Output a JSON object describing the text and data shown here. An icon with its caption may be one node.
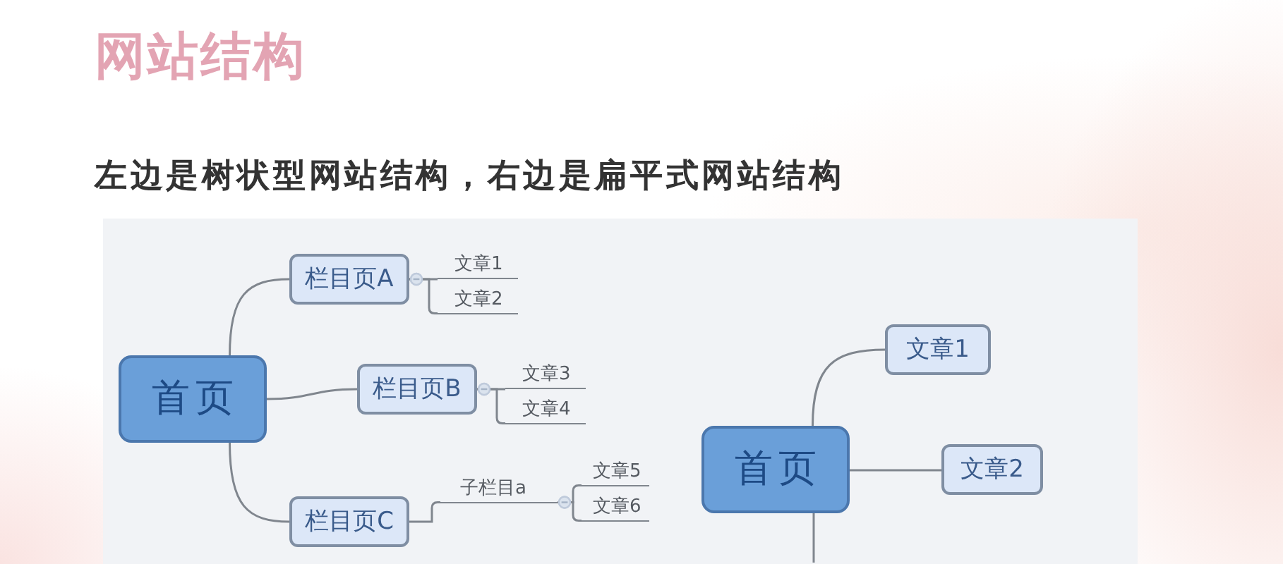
{
  "diagram": {
    "title": "网站结构",
    "caption": "左边是树状型网站结构，右边是扁平式网站结构",
    "nodes": [
      {
        "text": [
          "首页"
        ]
      },
      {
        "text": [
          "栏目页A"
        ]
      },
      {
        "text": [
          "文章1"
        ]
      },
      {
        "text": [
          "文章2"
        ]
      },
      {
        "text": [
          "栏目页B"
        ]
      },
      {
        "text": [
          "文章3"
        ]
      },
      {
        "text": [
          "文章4"
        ]
      },
      {
        "text": [
          "栏目页C"
        ]
      },
      {
        "text": [
          "子栏目a"
        ]
      },
      {
        "text": [
          "文章5"
        ]
      },
      {
        "text": [
          "文章6"
        ]
      },
      {
        "text": [
          "首页"
        ]
      },
      {
        "text": [
          "文章1"
        ]
      },
      {
        "text": [
          "文章2"
        ]
      }
    ],
    "edges": [
      {
        "from": 0,
        "to": 1,
        "arrow": "none"
      },
      {
        "from": 1,
        "to": 2,
        "arrow": "other"
      },
      {
        "from": 1,
        "to": 3,
        "arrow": "other"
      },
      {
        "from": 0,
        "to": 4,
        "arrow": "none"
      },
      {
        "from": 4,
        "to": 5,
        "arrow": "other"
      },
      {
        "from": 4,
        "to": 6,
        "arrow": "other"
      },
      {
        "from": 0,
        "to": 7,
        "arrow": "none"
      },
      {
        "from": 7,
        "to": 8,
        "arrow": "none"
      },
      {
        "from": 8,
        "to": 9,
        "arrow": "other"
      },
      {
        "from": 8,
        "to": 10,
        "arrow": "other"
      },
      {
        "from": 11,
        "to": 12,
        "arrow": "none"
      },
      {
        "from": 11,
        "to": 13,
        "arrow": "none"
      },
      {
        "from": 11,
        "to": null,
        "arrow": "none"
      }
    ]
  }
}
